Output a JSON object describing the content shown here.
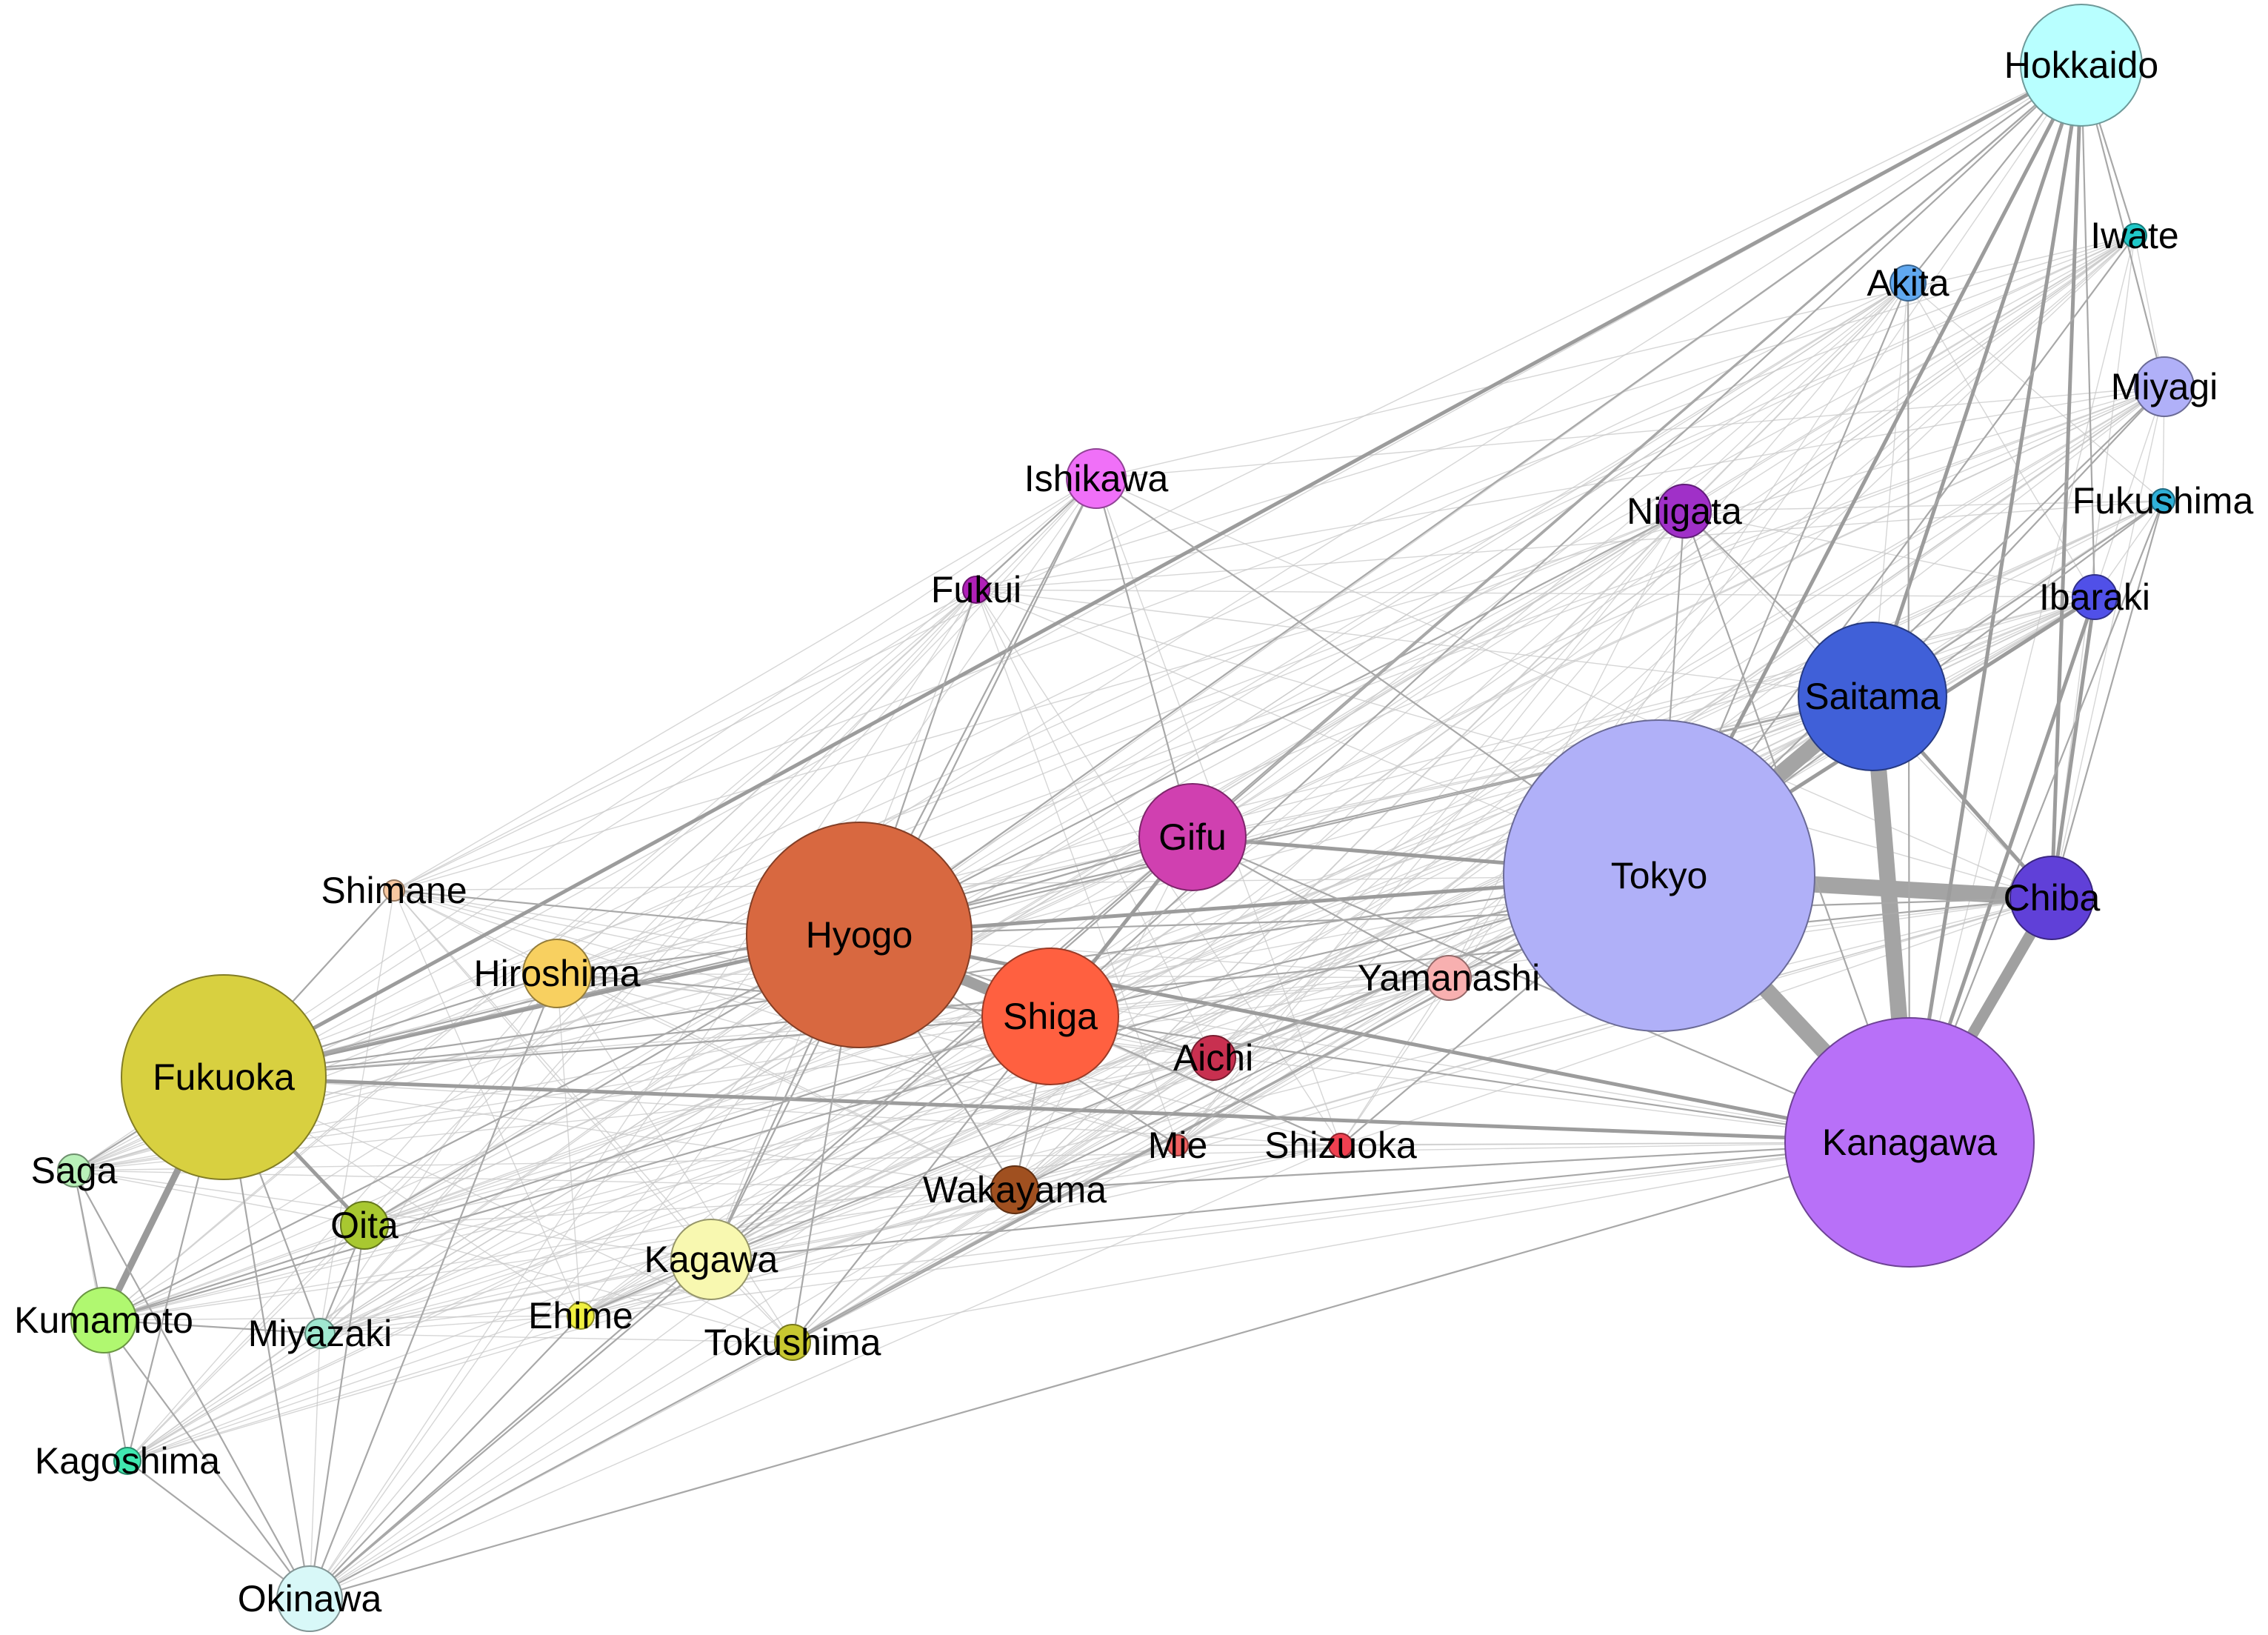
{
  "nodes": [
    {
      "id": "hokkaido",
      "label": "Hokkaido",
      "color": "#b8ffff"
    },
    {
      "id": "iwate",
      "label": "Iwate",
      "color": "#20c8c8"
    },
    {
      "id": "akita",
      "label": "Akita",
      "color": "#60a8f0"
    },
    {
      "id": "miyagi",
      "label": "Miyagi",
      "color": "#b0b0f8"
    },
    {
      "id": "fukushima",
      "label": "Fukushima",
      "color": "#30b0d8"
    },
    {
      "id": "ishikawa",
      "label": "Ishikawa",
      "color": "#f070f8"
    },
    {
      "id": "niigata",
      "label": "Niigata",
      "color": "#a030c8"
    },
    {
      "id": "fukui",
      "label": "Fukui",
      "color": "#b020b8"
    },
    {
      "id": "ibaraki",
      "label": "Ibaraki",
      "color": "#5050e8"
    },
    {
      "id": "saitama",
      "label": "Saitama",
      "color": "#4060d8"
    },
    {
      "id": "gifu",
      "label": "Gifu",
      "color": "#d040b0"
    },
    {
      "id": "tokyo",
      "label": "Tokyo",
      "color": "#b0b0f8"
    },
    {
      "id": "chiba",
      "label": "Chiba",
      "color": "#6040d8"
    },
    {
      "id": "shimane",
      "label": "Shimane",
      "color": "#f8c8a0"
    },
    {
      "id": "hyogo",
      "label": "Hyogo",
      "color": "#d86840"
    },
    {
      "id": "hiroshima",
      "label": "Hiroshima",
      "color": "#f8d060"
    },
    {
      "id": "yamanashi",
      "label": "Yamanashi",
      "color": "#f8b0b0"
    },
    {
      "id": "shiga",
      "label": "Shiga",
      "color": "#ff6040"
    },
    {
      "id": "aichi",
      "label": "Aichi",
      "color": "#c83050"
    },
    {
      "id": "fukuoka",
      "label": "Fukuoka",
      "color": "#d8d040"
    },
    {
      "id": "kanagawa",
      "label": "Kanagawa",
      "color": "#b870f8"
    },
    {
      "id": "mie",
      "label": "Mie",
      "color": "#f06060"
    },
    {
      "id": "shizuoka",
      "label": "Shizuoka",
      "color": "#f04050"
    },
    {
      "id": "saga",
      "label": "Saga",
      "color": "#b8f0b8"
    },
    {
      "id": "wakayama",
      "label": "Wakayama",
      "color": "#a05020"
    },
    {
      "id": "oita",
      "label": "Oita",
      "color": "#a8c830"
    },
    {
      "id": "kagawa",
      "label": "Kagawa",
      "color": "#f8f8b0"
    },
    {
      "id": "kumamoto",
      "label": "Kumamoto",
      "color": "#b0f870"
    },
    {
      "id": "miyazaki",
      "label": "Miyazaki",
      "color": "#a0e8d0"
    },
    {
      "id": "ehime",
      "label": "Ehime",
      "color": "#f0f040"
    },
    {
      "id": "tokushima",
      "label": "Tokushima",
      "color": "#c8c830"
    },
    {
      "id": "kagoshima",
      "label": "Kagoshima",
      "color": "#40e8b0"
    },
    {
      "id": "okinawa",
      "label": "Okinawa",
      "color": "#d8f8f8"
    }
  ],
  "edges": [
    [
      "tokyo",
      "kanagawa",
      5
    ],
    [
      "tokyo",
      "saitama",
      5
    ],
    [
      "tokyo",
      "chiba",
      5
    ],
    [
      "saitama",
      "kanagawa",
      5
    ],
    [
      "chiba",
      "kanagawa",
      4
    ],
    [
      "hyogo",
      "shiga",
      4
    ],
    [
      "fukuoka",
      "kumamoto",
      3
    ],
    [
      "hokkaido",
      "fukuoka",
      2
    ],
    [
      "hokkaido",
      "tokyo",
      2
    ],
    [
      "hokkaido",
      "saitama",
      2
    ],
    [
      "hokkaido",
      "kanagawa",
      2
    ],
    [
      "hokkaido",
      "hyogo",
      1
    ],
    [
      "hokkaido",
      "chiba",
      2
    ],
    [
      "hyogo",
      "tokyo",
      2
    ],
    [
      "hyogo",
      "kanagawa",
      2
    ],
    [
      "hyogo",
      "fukuoka",
      2
    ],
    [
      "gifu",
      "tokyo",
      2
    ],
    [
      "gifu",
      "shiga",
      2
    ],
    [
      "fukuoka",
      "kanagawa",
      2
    ],
    [
      "fukuoka",
      "tokyo",
      1
    ],
    [
      "fukuoka",
      "shiga",
      1
    ],
    [
      "fukuoka",
      "oita",
      2
    ],
    [
      "fukuoka",
      "hiroshima",
      1
    ],
    [
      "fukuoka",
      "okinawa",
      1
    ],
    [
      "ibaraki",
      "chiba",
      2
    ],
    [
      "ibaraki",
      "tokyo",
      2
    ],
    [
      "ibaraki",
      "kanagawa",
      2
    ],
    [
      "miyagi",
      "tokyo",
      1
    ],
    [
      "miyagi",
      "saitama",
      1
    ],
    [
      "miyagi",
      "hokkaido",
      1
    ],
    [
      "saitama",
      "chiba",
      2
    ],
    [
      "saitama",
      "niigata",
      1
    ],
    [
      "niigata",
      "tokyo",
      1
    ],
    [
      "ishikawa",
      "gifu",
      1
    ],
    [
      "ishikawa",
      "hyogo",
      1
    ],
    [
      "hyogo",
      "wakayama",
      1
    ],
    [
      "hyogo",
      "kagawa",
      1
    ],
    [
      "hyogo",
      "gifu",
      1
    ],
    [
      "hyogo",
      "hiroshima",
      1
    ],
    [
      "shiga",
      "kagawa",
      1
    ],
    [
      "shiga",
      "tokyo",
      1
    ],
    [
      "shiga",
      "kanagawa",
      1
    ],
    [
      "kagawa",
      "okinawa",
      1
    ],
    [
      "kagawa",
      "tokyo",
      1
    ],
    [
      "kanagawa",
      "okinawa",
      1
    ],
    [
      "tokyo",
      "okinawa",
      1
    ],
    [
      "hiroshima",
      "shiga",
      1
    ],
    [
      "hiroshima",
      "okinawa",
      1
    ],
    [
      "kumamoto",
      "hyogo",
      1
    ],
    [
      "kumamoto",
      "shiga",
      1
    ],
    [
      "kumamoto",
      "tokyo",
      1
    ],
    [
      "kumamoto",
      "saga",
      1
    ],
    [
      "kumamoto",
      "okinawa",
      1
    ],
    [
      "fukuoka",
      "saga",
      1
    ],
    [
      "fukuoka",
      "miyazaki",
      1
    ],
    [
      "oita",
      "hyogo",
      1
    ],
    [
      "oita",
      "okinawa",
      1
    ],
    [
      "tokushima",
      "hyogo",
      1
    ],
    [
      "tokushima",
      "shiga",
      1
    ],
    [
      "tokushima",
      "tokyo",
      1
    ],
    [
      "ehime",
      "kagawa",
      1
    ],
    [
      "ehime",
      "okinawa",
      1
    ],
    [
      "wakayama",
      "tokyo",
      1
    ],
    [
      "wakayama",
      "shiga",
      1
    ],
    [
      "yamanashi",
      "gifu",
      1
    ],
    [
      "yamanashi",
      "tokyo",
      1
    ],
    [
      "aichi",
      "shiga",
      1
    ],
    [
      "aichi",
      "tokyo",
      1
    ],
    [
      "aichi",
      "hyogo",
      1
    ],
    [
      "mie",
      "hyogo",
      1
    ],
    [
      "shizuoka",
      "tokyo",
      1
    ],
    [
      "shizuoka",
      "shiga",
      1
    ],
    [
      "shimane",
      "hyogo",
      1
    ],
    [
      "shimane",
      "fukuoka",
      1
    ],
    [
      "fukui",
      "hyogo",
      1
    ],
    [
      "fukui",
      "ishikawa",
      1
    ],
    [
      "akita",
      "tokyo",
      1
    ],
    [
      "akita",
      "hokkaido",
      1
    ],
    [
      "akita",
      "kanagawa",
      1
    ],
    [
      "iwate",
      "tokyo",
      1
    ],
    [
      "iwate",
      "hokkaido",
      1
    ],
    [
      "fukushima",
      "tokyo",
      1
    ],
    [
      "fukushima",
      "saitama",
      1
    ],
    [
      "fukushima",
      "chiba",
      1
    ],
    [
      "fukushima",
      "kanagawa",
      1
    ],
    [
      "ishikawa",
      "tokyo",
      1
    ],
    [
      "ishikawa",
      "kagawa",
      1
    ],
    [
      "gifu",
      "fukuoka",
      1
    ],
    [
      "gifu",
      "kagawa",
      1
    ],
    [
      "gifu",
      "kanagawa",
      1
    ],
    [
      "niigata",
      "hyogo",
      1
    ],
    [
      "niigata",
      "kanagawa",
      1
    ],
    [
      "saitama",
      "hyogo",
      1
    ],
    [
      "saitama",
      "fukuoka",
      1
    ],
    [
      "chiba",
      "hyogo",
      1
    ],
    [
      "chiba",
      "fukuoka",
      1
    ],
    [
      "miyazaki",
      "oita",
      1
    ],
    [
      "miyazaki",
      "kumamoto",
      1
    ],
    [
      "kagoshima",
      "kumamoto",
      1
    ],
    [
      "kagoshima",
      "okinawa",
      1
    ],
    [
      "kagoshima",
      "fukuoka",
      1
    ],
    [
      "saga",
      "okinawa",
      1
    ],
    [
      "hokkaido",
      "okinawa",
      1
    ],
    [
      "hokkaido",
      "gifu",
      1
    ],
    [
      "hokkaido",
      "shiga",
      1
    ],
    [
      "hokkaido",
      "ibaraki",
      1
    ],
    [
      "tokyo",
      "tokushima",
      1
    ],
    [
      "kanagawa",
      "kagawa",
      1
    ],
    [
      "kanagawa",
      "wakayama",
      1
    ]
  ]
}
